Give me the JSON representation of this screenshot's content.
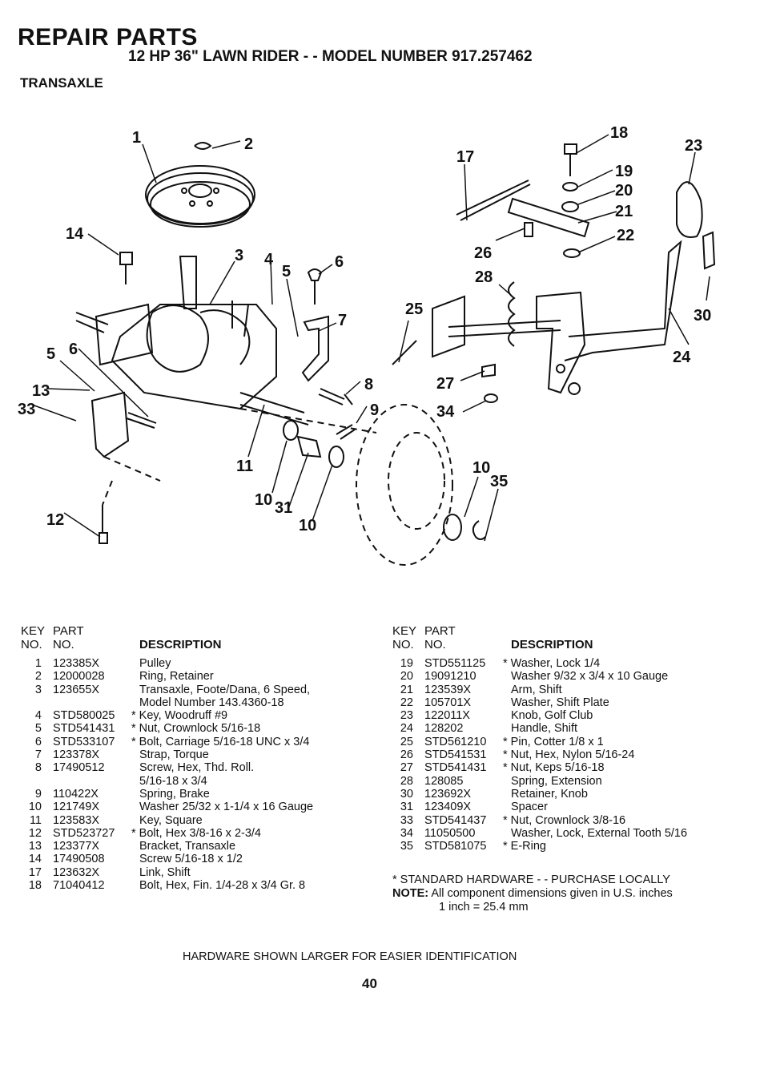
{
  "header": {
    "title": "REPAIR PARTS",
    "subtitle": "12 HP 36\" LAWN RIDER - - MODEL NUMBER 917.257462",
    "section": "TRANSAXLE"
  },
  "diagram": {
    "callouts": [
      "1",
      "2",
      "3",
      "4",
      "5",
      "6",
      "7",
      "8",
      "9",
      "10",
      "10",
      "10",
      "11",
      "12",
      "13",
      "14",
      "5",
      "6",
      "17",
      "18",
      "19",
      "20",
      "21",
      "22",
      "23",
      "24",
      "25",
      "26",
      "27",
      "28",
      "30",
      "31",
      "33",
      "34",
      "35"
    ]
  },
  "table_headers": {
    "key": "KEY",
    "no": "NO.",
    "part": "PART",
    "part_no": "NO.",
    "description": "DESCRIPTION"
  },
  "parts_left": [
    {
      "key": "1",
      "part": "123385X",
      "desc": "Pulley"
    },
    {
      "key": "2",
      "part": "12000028",
      "desc": "Ring, Retainer"
    },
    {
      "key": "3",
      "part": "123655X",
      "desc": "Transaxle, Foote/Dana, 6 Speed,"
    },
    {
      "key": "",
      "part": "",
      "desc": "Model Number 143.4360-18"
    },
    {
      "key": "4",
      "part": "STD580025",
      "desc": "* Key, Woodruff #9"
    },
    {
      "key": "5",
      "part": "STD541431",
      "desc": "* Nut, Crownlock  5/16-18"
    },
    {
      "key": "6",
      "part": "STD533107",
      "desc": "* Bolt, Carriage  5/16-18 UNC x 3/4"
    },
    {
      "key": "7",
      "part": "123378X",
      "desc": "Strap, Torque"
    },
    {
      "key": "8",
      "part": "17490512",
      "desc": "Screw, Hex, Thd. Roll."
    },
    {
      "key": "",
      "part": "",
      "desc": "5/16-18 x 3/4"
    },
    {
      "key": "9",
      "part": "110422X",
      "desc": "Spring, Brake"
    },
    {
      "key": "10",
      "part": "121749X",
      "desc": "Washer  25/32 x 1-1/4 x 16 Gauge"
    },
    {
      "key": "11",
      "part": "123583X",
      "desc": "Key, Square"
    },
    {
      "key": "12",
      "part": "STD523727",
      "desc": "* Bolt, Hex  3/8-16 x 2-3/4"
    },
    {
      "key": "13",
      "part": "123377X",
      "desc": "Bracket, Transaxle"
    },
    {
      "key": "14",
      "part": "17490508",
      "desc": "Screw  5/16-18 x 1/2"
    },
    {
      "key": "17",
      "part": "123632X",
      "desc": "Link, Shift"
    },
    {
      "key": "18",
      "part": "71040412",
      "desc": "Bolt, Hex, Fin.  1/4-28 x 3/4 Gr. 8"
    }
  ],
  "parts_right": [
    {
      "key": "19",
      "part": "STD551125",
      "desc": "* Washer, Lock 1/4"
    },
    {
      "key": "20",
      "part": "19091210",
      "desc": "Washer  9/32 x 3/4 x 10 Gauge"
    },
    {
      "key": "21",
      "part": "123539X",
      "desc": "Arm, Shift"
    },
    {
      "key": "22",
      "part": "105701X",
      "desc": "Washer, Shift Plate"
    },
    {
      "key": "23",
      "part": "122011X",
      "desc": "Knob, Golf Club"
    },
    {
      "key": "24",
      "part": "128202",
      "desc": "Handle, Shift"
    },
    {
      "key": "25",
      "part": "STD561210",
      "desc": "* Pin, Cotter  1/8 x 1"
    },
    {
      "key": "26",
      "part": "STD541531",
      "desc": "* Nut, Hex, Nylon  5/16-24"
    },
    {
      "key": "27",
      "part": "STD541431",
      "desc": "* Nut, Keps  5/16-18"
    },
    {
      "key": "28",
      "part": "128085",
      "desc": "Spring, Extension"
    },
    {
      "key": "30",
      "part": "123692X",
      "desc": "Retainer, Knob"
    },
    {
      "key": "31",
      "part": "123409X",
      "desc": "Spacer"
    },
    {
      "key": "33",
      "part": "STD541437",
      "desc": "* Nut, Crownlock  3/8-16"
    },
    {
      "key": "34",
      "part": "11050500",
      "desc": "Washer, Lock, External Tooth  5/16"
    },
    {
      "key": "35",
      "part": "STD581075",
      "desc": "* E-Ring"
    }
  ],
  "notes": {
    "standard_hardware": "* STANDARD HARDWARE - - PURCHASE LOCALLY",
    "note_label": "NOTE:",
    "note_text": "All component dimensions given in U.S. inches",
    "conversion": "1 inch = 25.4 mm",
    "hardware_larger": "HARDWARE SHOWN LARGER FOR EASIER IDENTIFICATION",
    "page_number": "40"
  }
}
